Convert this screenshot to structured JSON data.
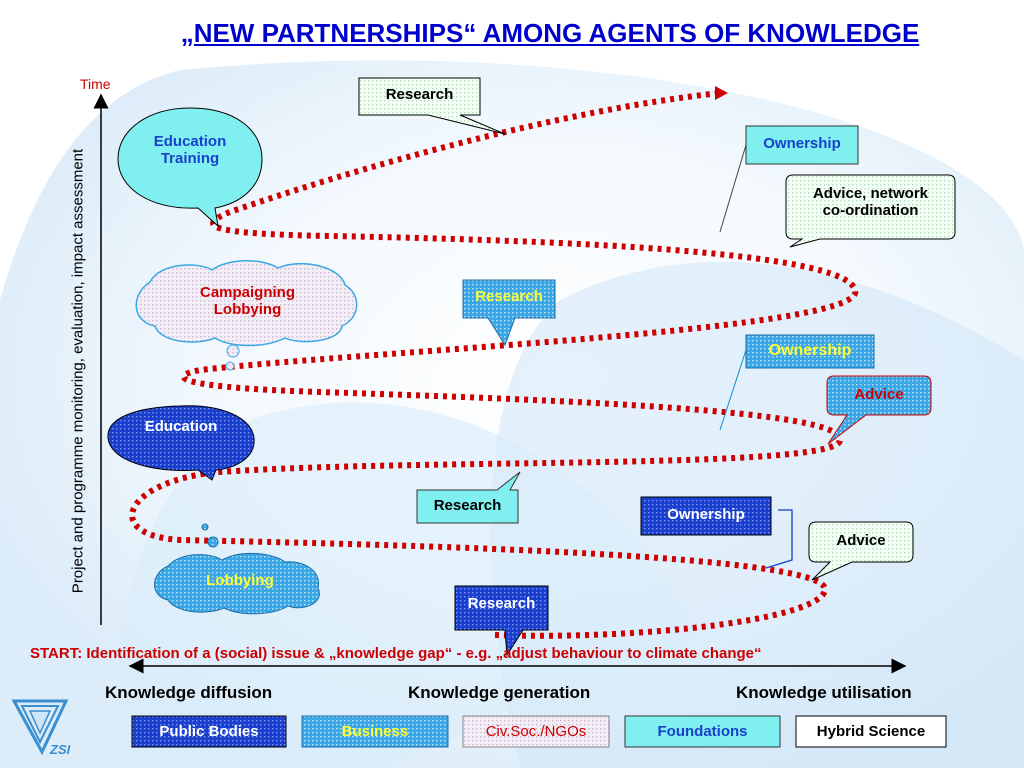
{
  "title": "„NEW PARTNERSHIPS“ AMONG AGENTS OF KNOWLEDGE",
  "time_label": "Time",
  "vertical_label": "Project and programme monitoring, evaluation, impact assessment",
  "start": {
    "key": "START:",
    "text": "Identification of a (social) issue & „knowledge gap“  -  e.g. „adjust behaviour to climate change“"
  },
  "phases": [
    "Knowledge diffusion",
    "Knowledge generation",
    "Knowledge utilisation"
  ],
  "legend": [
    "Public Bodies",
    "Business",
    "Civ.Soc./NGOs",
    "Foundations",
    "Hybrid Science"
  ],
  "callouts": {
    "research_top": "Research",
    "education_training": [
      "Education",
      "Training"
    ],
    "ownership_top": "Ownership",
    "advice_network": [
      "Advice, network",
      "co-ordination"
    ],
    "campaigning": [
      "Campaigning",
      "Lobbying"
    ],
    "research_mid": "Research",
    "ownership_mid": "Ownership",
    "advice_mid": "Advice",
    "education": "Education",
    "research_low": "Research",
    "ownership_low": "Ownership",
    "advice_low": "Advice",
    "lobbying": "Lobbying",
    "research_bottom": "Research"
  },
  "logo_text": "ZSI",
  "colors": {
    "title": "#0000cc",
    "spiral": "#cc0000",
    "public_bodies": "#1a3fcc",
    "business": "#3aa7e6",
    "civsoc_border": "#cc0000",
    "foundations": "#5ee6ee",
    "hybrid": "#ffffff"
  }
}
